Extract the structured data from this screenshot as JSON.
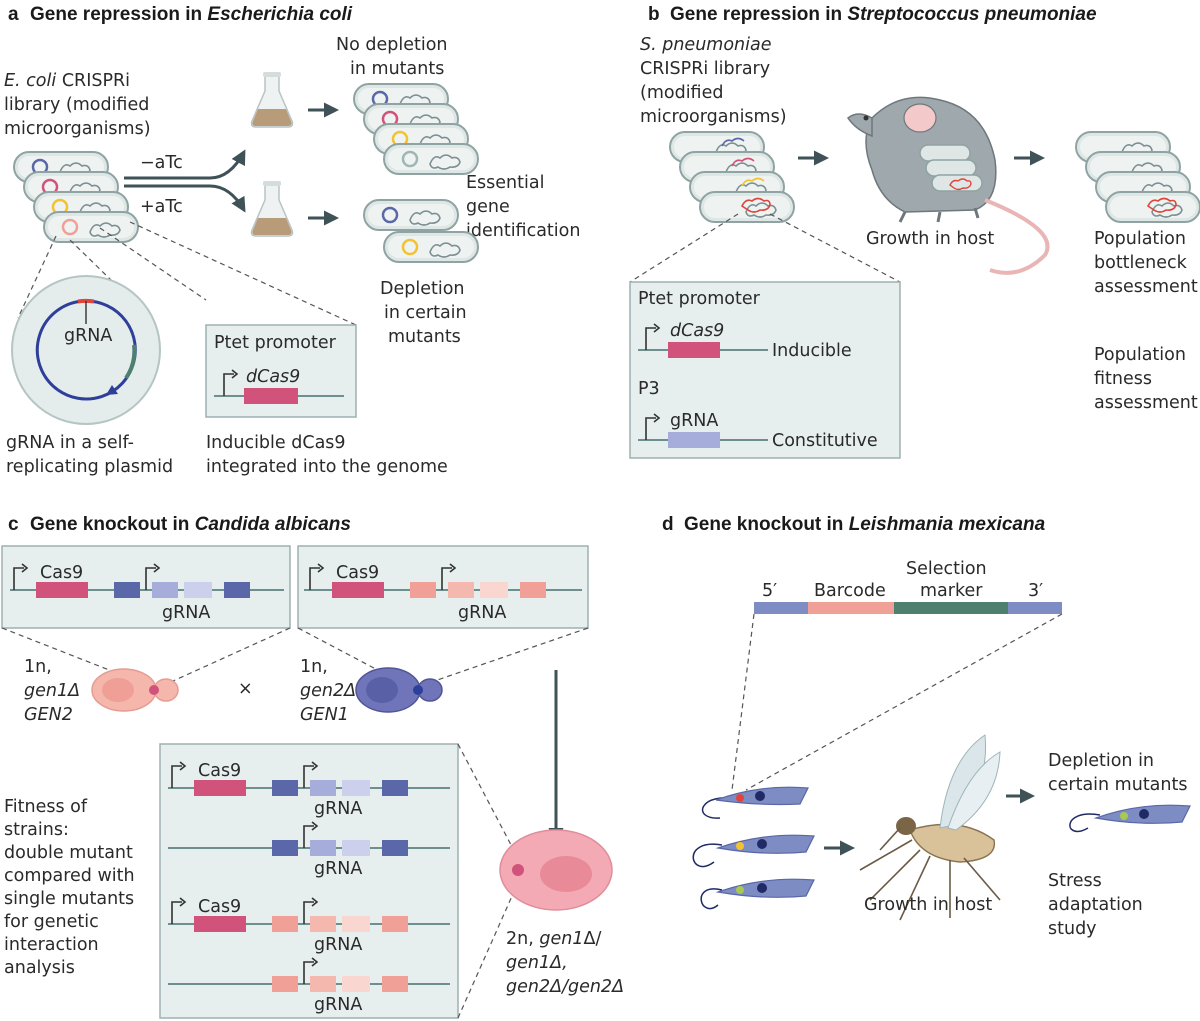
{
  "panels": {
    "a": {
      "letter": "a",
      "title_prefix": "Gene repression in ",
      "title_species": "Escherichia coli",
      "library_l1_species": "E. coli",
      "library_l1_rest": " CRISPRi",
      "library_l2": "library (modified",
      "library_l3": "microorganisms)",
      "minus_atc": "−aTc",
      "plus_atc": "+aTc",
      "no_depletion_l1": "No depletion",
      "no_depletion_l2": "in mutants",
      "essential_l1": "Essential",
      "essential_l2": "gene",
      "essential_l3": "identification",
      "depletion_l1": "Depletion",
      "depletion_l2": "in certain",
      "depletion_l3": "mutants",
      "grna_label": "gRNA",
      "ptet_label": "Ptet promoter",
      "dcas9_label": "dCas9",
      "plasmid_caption_l1": "gRNA in a self-",
      "plasmid_caption_l2": "replicating plasmid",
      "dcas9_caption_l1": "Inducible dCas9",
      "dcas9_caption_l2": "integrated into the genome"
    },
    "b": {
      "letter": "b",
      "title_prefix": "Gene repression in ",
      "title_species": "Streptococcus pneumoniae",
      "library_l1": "S. pneumoniae",
      "library_l2": "CRISPRi library",
      "library_l3": "(modified",
      "library_l4": "microorganisms)",
      "growth_host": "Growth in host",
      "bottleneck_l1": "Population",
      "bottleneck_l2": "bottleneck",
      "bottleneck_l3": "assessment",
      "fitness_l1": "Population",
      "fitness_l2": "fitness",
      "fitness_l3": "assessment",
      "ptet_label": "Ptet promoter",
      "dcas9_label": "dCas9",
      "inducible": "Inducible",
      "p3_label": "P3",
      "grna_label": "gRNA",
      "constitutive": "Constitutive"
    },
    "c": {
      "letter": "c",
      "title_prefix": "Gene knockout in ",
      "title_species": "Candida albicans",
      "cas9_label": "Cas9",
      "grna_label": "gRNA",
      "strain1_l1": "1n,",
      "strain1_l2": "gen1Δ",
      "strain1_l3": "GEN2",
      "strain2_l1": "1n,",
      "strain2_l2": "gen2Δ",
      "strain2_l3": "GEN1",
      "cross_symbol": "×",
      "fitness_l1": "Fitness of",
      "fitness_l2": "strains:",
      "fitness_l3": "double mutant",
      "fitness_l4": "compared with",
      "fitness_l5": "single mutants",
      "fitness_l6": "for genetic",
      "fitness_l7": "interaction",
      "fitness_l8": "analysis",
      "diploid_l1": "2n, gen1Δ/",
      "diploid_l2": "gen1Δ,",
      "diploid_l3": "gen2Δ/gen2Δ"
    },
    "d": {
      "letter": "d",
      "title_prefix": "Gene knockout in ",
      "title_species": "Leishmania mexicana",
      "five_prime": "5′",
      "barcode": "Barcode",
      "selection_l1": "Selection",
      "selection_l2": "marker",
      "three_prime": "3′",
      "growth_host": "Growth in host",
      "depletion_l1": "Depletion in",
      "depletion_l2": "certain mutants",
      "stress_l1": "Stress",
      "stress_l2": "adaptation",
      "stress_l3": "study"
    }
  },
  "colors": {
    "cell_fill": "#dfe7e6",
    "cell_stroke": "#8fa3a3",
    "box_fill": "#e6eeee",
    "line": "#6e8f8f",
    "arrow": "#3e5257",
    "pink": "#d1527a",
    "blue_dark": "#5a67a8",
    "blue_light": "#a7addb",
    "blue_pale": "#cdd0ec",
    "salmon": "#f0a096",
    "salmon_pale": "#f9d6d0",
    "teal": "#4e8070",
    "yellow": "#f2c230",
    "red": "#e0453c",
    "candida_pink": "#f5b6ac",
    "candida_blue": "#6f75b8",
    "diploid": "#e88a98"
  }
}
